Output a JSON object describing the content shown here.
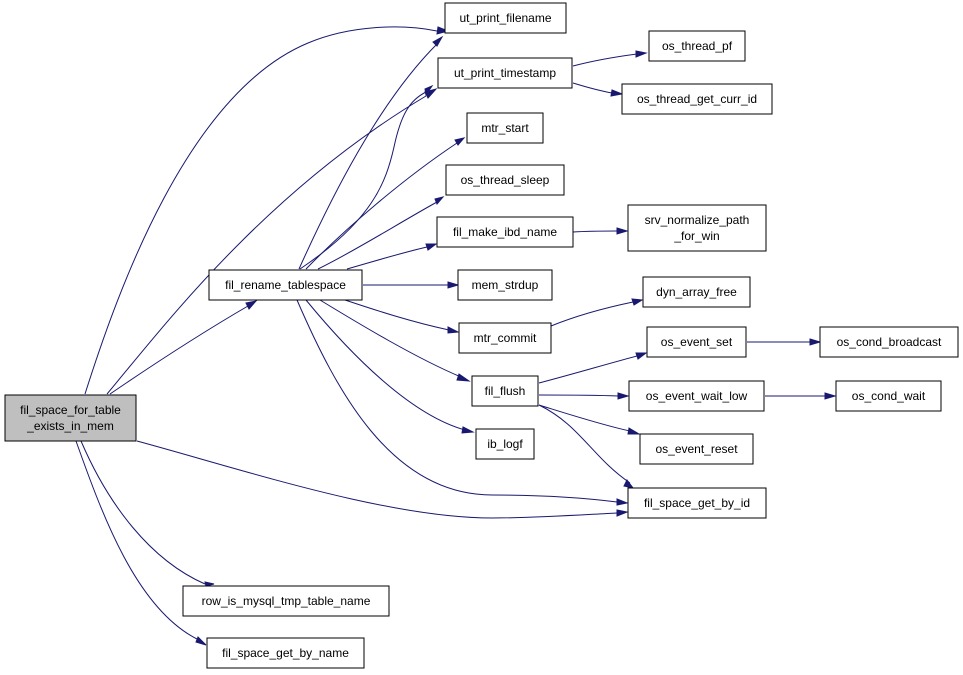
{
  "graph": {
    "nodes": {
      "root": [
        "fil_space_for_table",
        "_exists_in_mem"
      ],
      "fil_rename_tablespace": [
        "fil_rename_tablespace"
      ],
      "fil_space_get_by_id": [
        "fil_space_get_by_id"
      ],
      "row_is_mysql_tmp_table_name": [
        "row_is_mysql_tmp_table_name"
      ],
      "fil_space_get_by_name": [
        "fil_space_get_by_name"
      ],
      "ut_print_filename": [
        "ut_print_filename"
      ],
      "ut_print_timestamp": [
        "ut_print_timestamp"
      ],
      "mtr_start": [
        "mtr_start"
      ],
      "os_thread_sleep": [
        "os_thread_sleep"
      ],
      "fil_make_ibd_name": [
        "fil_make_ibd_name"
      ],
      "mem_strdup": [
        "mem_strdup"
      ],
      "mtr_commit": [
        "mtr_commit"
      ],
      "fil_flush": [
        "fil_flush"
      ],
      "ib_logf": [
        "ib_logf"
      ],
      "os_thread_pf": [
        "os_thread_pf"
      ],
      "os_thread_get_curr_id": [
        "os_thread_get_curr_id"
      ],
      "srv_normalize_path_for_win": [
        "srv_normalize_path",
        "_for_win"
      ],
      "dyn_array_free": [
        "dyn_array_free"
      ],
      "os_event_set": [
        "os_event_set"
      ],
      "os_event_wait_low": [
        "os_event_wait_low"
      ],
      "os_event_reset": [
        "os_event_reset"
      ],
      "os_cond_broadcast": [
        "os_cond_broadcast"
      ],
      "os_cond_wait": [
        "os_cond_wait"
      ]
    },
    "edges": [
      [
        "root",
        "ut_print_filename"
      ],
      [
        "root",
        "ut_print_timestamp"
      ],
      [
        "root",
        "fil_rename_tablespace"
      ],
      [
        "root",
        "fil_space_get_by_id"
      ],
      [
        "root",
        "row_is_mysql_tmp_table_name"
      ],
      [
        "root",
        "fil_space_get_by_name"
      ],
      [
        "fil_rename_tablespace",
        "ut_print_filename"
      ],
      [
        "fil_rename_tablespace",
        "ut_print_timestamp"
      ],
      [
        "fil_rename_tablespace",
        "mtr_start"
      ],
      [
        "fil_rename_tablespace",
        "os_thread_sleep"
      ],
      [
        "fil_rename_tablespace",
        "fil_make_ibd_name"
      ],
      [
        "fil_rename_tablespace",
        "mem_strdup"
      ],
      [
        "fil_rename_tablespace",
        "mtr_commit"
      ],
      [
        "fil_rename_tablespace",
        "fil_flush"
      ],
      [
        "fil_rename_tablespace",
        "ib_logf"
      ],
      [
        "fil_rename_tablespace",
        "fil_space_get_by_id"
      ],
      [
        "ut_print_timestamp",
        "os_thread_pf"
      ],
      [
        "ut_print_timestamp",
        "os_thread_get_curr_id"
      ],
      [
        "fil_make_ibd_name",
        "srv_normalize_path_for_win"
      ],
      [
        "mtr_commit",
        "dyn_array_free"
      ],
      [
        "fil_flush",
        "os_event_set"
      ],
      [
        "fil_flush",
        "os_event_wait_low"
      ],
      [
        "fil_flush",
        "os_event_reset"
      ],
      [
        "fil_flush",
        "fil_space_get_by_id"
      ],
      [
        "os_event_set",
        "os_cond_broadcast"
      ],
      [
        "os_event_wait_low",
        "os_cond_wait"
      ]
    ]
  }
}
